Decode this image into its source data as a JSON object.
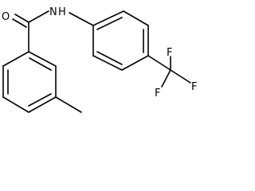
{
  "molecule": {
    "atoms": {
      "oxygen": "O",
      "amide_nitrogen": "N",
      "amide_hydrogen": "H",
      "fluorine_1": "F",
      "fluorine_2": "F",
      "fluorine_3": "F"
    },
    "colors": {
      "bond": "#000000",
      "label": "#000000",
      "background": "#ffffff"
    }
  }
}
